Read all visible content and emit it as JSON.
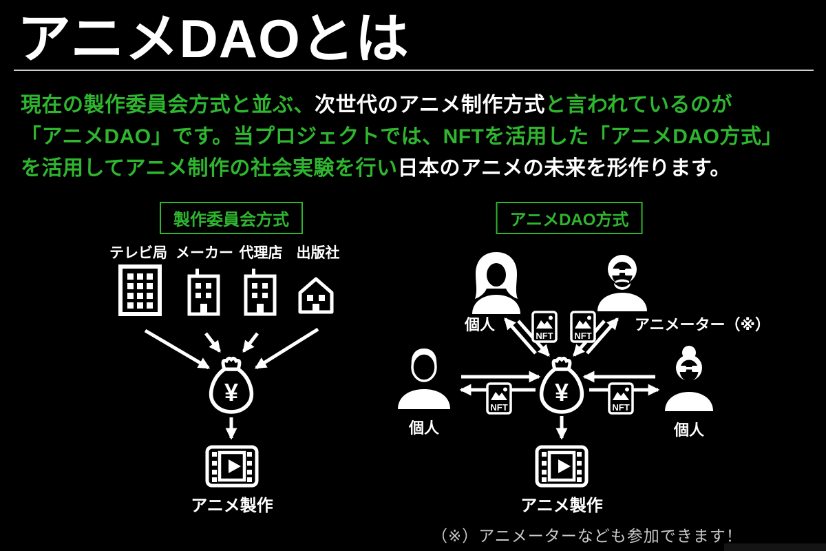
{
  "title": "アニメDAOとは",
  "intro": {
    "line1": {
      "seg1": "現在の製作委員会方式と並ぶ、",
      "seg2": "次世代のアニメ制作方式",
      "seg3": "と言われているのが"
    },
    "line2": {
      "seg1": "「アニメDAO」です。当プロジェクトでは、NFTを活用した「アニメDAO方式」"
    },
    "line3": {
      "seg1": "を活用してアニメ制作の社会実験を行い",
      "seg2": "日本のアニメの未来を形作ります。"
    }
  },
  "committee": {
    "header": "製作委員会方式",
    "orgs": [
      "テレビ局",
      "メーカー",
      "代理店",
      "出版社"
    ],
    "money_symbol": "¥",
    "output_label": "アニメ製作"
  },
  "dao": {
    "header": "アニメDAO方式",
    "person_top_left": "個人",
    "person_top_right": "アニメーター（※）",
    "person_mid_left": "個人",
    "person_mid_right": "個人",
    "nft_label": "NFT",
    "money_symbol": "¥",
    "output_label": "アニメ製作",
    "footnote": "（※）アニメーターなども参加できます！"
  },
  "colors": {
    "background": "#000000",
    "accent_green": "#2fb62f",
    "text_white": "#ffffff",
    "footnote_gray": "#c9c9c9"
  }
}
